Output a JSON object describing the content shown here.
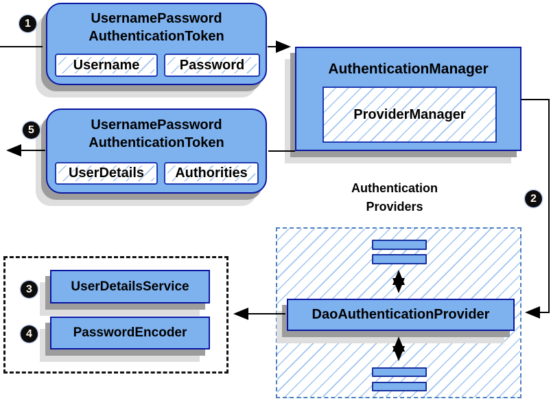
{
  "diagram": {
    "token_request": {
      "title_line1": "UsernamePassword",
      "title_line2": "AuthenticationToken",
      "field1": "Username",
      "field2": "Password"
    },
    "auth_manager": {
      "title": "AuthenticationManager",
      "inner": "ProviderManager"
    },
    "token_response": {
      "title_line1": "UsernamePassword",
      "title_line2": "AuthenticationToken",
      "field1": "UserDetails",
      "field2": "Authorities"
    },
    "providers_group": {
      "title_line1": "Authentication",
      "title_line2": "Providers",
      "dao": "DaoAuthenticationProvider"
    },
    "collaborators": {
      "service1": "UserDetailsService",
      "service2": "PasswordEncoder"
    },
    "steps": {
      "s1": "1",
      "s2": "2",
      "s3": "3",
      "s4": "4",
      "s5": "5"
    },
    "colors": {
      "node_fill": "#7eb2ef",
      "node_border": "#0a16a0",
      "hatch_line": "#9fc3f0",
      "providers_dash_border": "#4a7fc1",
      "dotted_border": "#111111",
      "shadow_dark": "#9c9c9c",
      "shadow_light": "#dedede",
      "arrow": "#000000",
      "badge_bg": "#0c0c0c",
      "badge_text": "#fdf6ea"
    }
  }
}
